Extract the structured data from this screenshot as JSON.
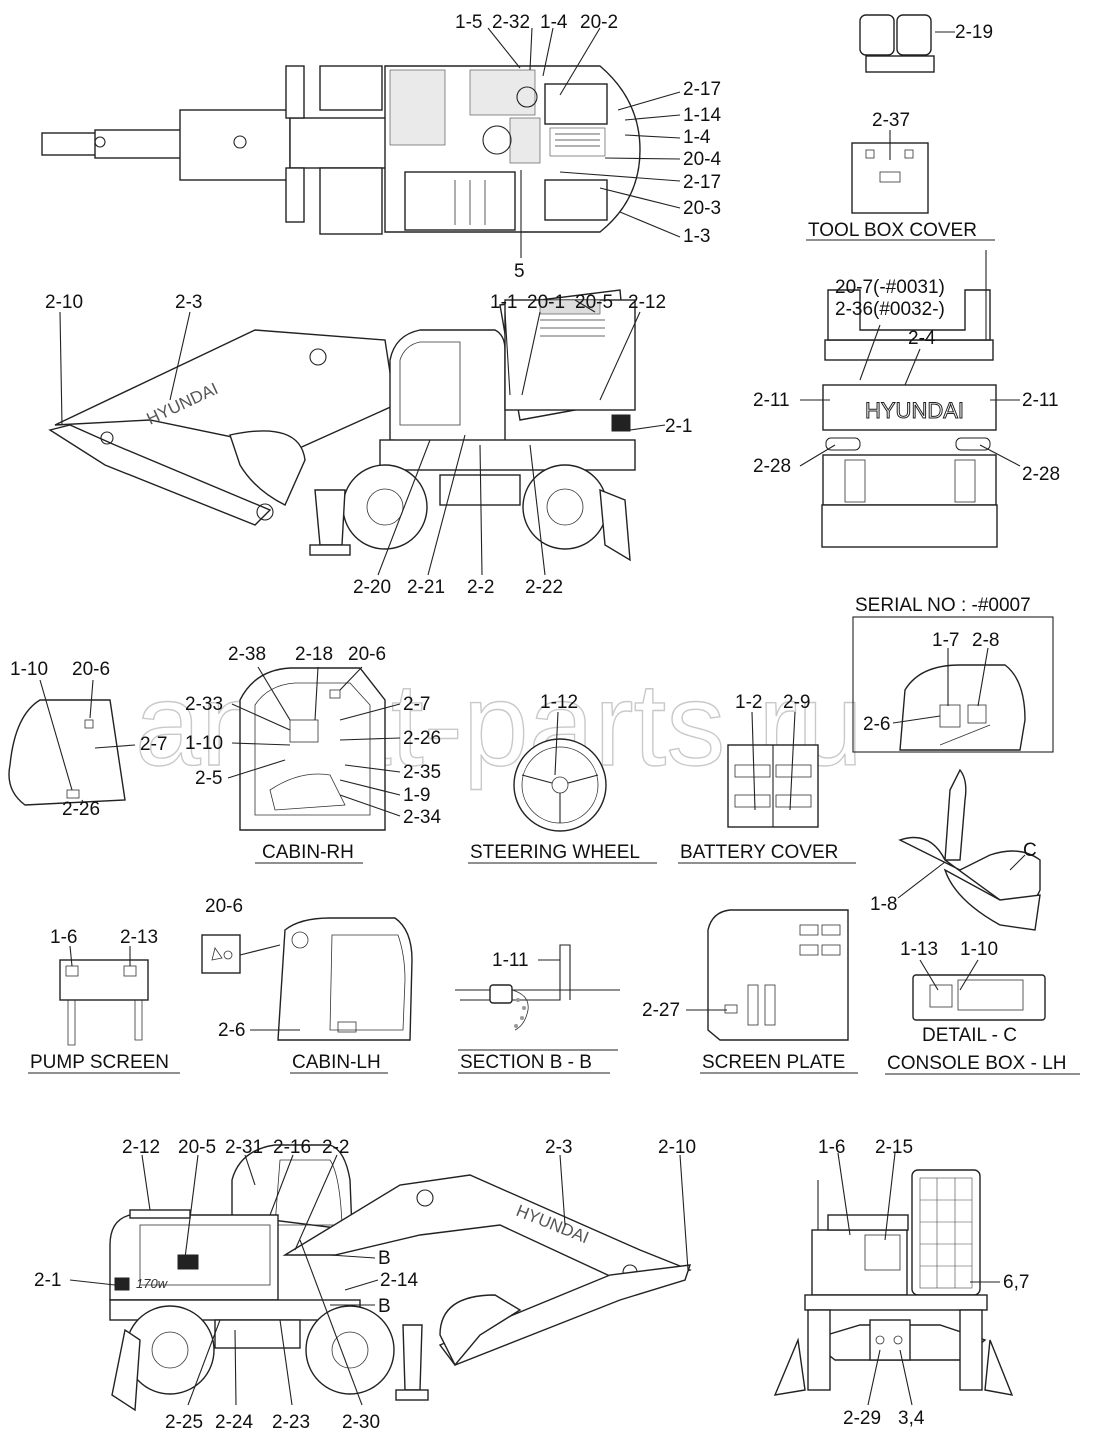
{
  "watermark": "ansat-parts.ru",
  "brand": "HYUNDAI",
  "model_badge": "170w",
  "captions": {
    "tool_box_cover": "TOOL BOX COVER",
    "cabin_rh": "CABIN-RH",
    "steering_wheel": "STEERING WHEEL",
    "battery_cover": "BATTERY COVER",
    "pump_screen": "PUMP SCREEN",
    "cabin_lh": "CABIN-LH",
    "section_bb": "SECTION B - B",
    "screen_plate": "SCREEN PLATE",
    "detail_c": "DETAIL - C",
    "console_box_lh": "CONSOLE BOX - LH",
    "serial_no": "SERIAL NO : -#0007"
  },
  "callouts": {
    "top": [
      "1-5",
      "2-32",
      "1-4",
      "20-2",
      "2-17",
      "1-14",
      "1-4",
      "20-4",
      "2-17",
      "20-3",
      "1-3",
      "5"
    ],
    "tool": [
      "2-19",
      "2-37"
    ],
    "side": [
      "2-10",
      "2-3",
      "1-1",
      "20-1",
      "20-5",
      "2-12",
      "2-1",
      "2-20",
      "2-21",
      "2-2",
      "2-22"
    ],
    "rear": [
      "20-7(-#0031)",
      "2-36(#0032-)",
      "2-4",
      "2-11",
      "2-11",
      "2-28",
      "2-28"
    ],
    "serial": [
      "1-7",
      "2-8",
      "2-6"
    ],
    "cabin_rh": [
      "1-10",
      "20-6",
      "2-7",
      "2-26",
      "2-38",
      "2-18",
      "20-6",
      "2-33",
      "2-7",
      "1-10",
      "2-26",
      "2-5",
      "2-35",
      "1-9",
      "2-34"
    ],
    "steering": [
      "1-12"
    ],
    "battery": [
      "1-2",
      "2-9"
    ],
    "console": [
      "C",
      "1-8",
      "1-13",
      "1-10"
    ],
    "pump": [
      "1-6",
      "2-13"
    ],
    "cabin_lh": [
      "20-6",
      "2-6"
    ],
    "section": [
      "1-11"
    ],
    "screen": [
      "2-27"
    ],
    "bottom": [
      "2-12",
      "20-5",
      "2-31",
      "2-16",
      "2-2",
      "2-3",
      "2-10",
      "2-1",
      "2-14",
      "B",
      "B",
      "2-25",
      "2-24",
      "2-23",
      "2-30"
    ],
    "front": [
      "1-6",
      "2-15",
      "6,7",
      "2-29",
      "3,4"
    ]
  }
}
